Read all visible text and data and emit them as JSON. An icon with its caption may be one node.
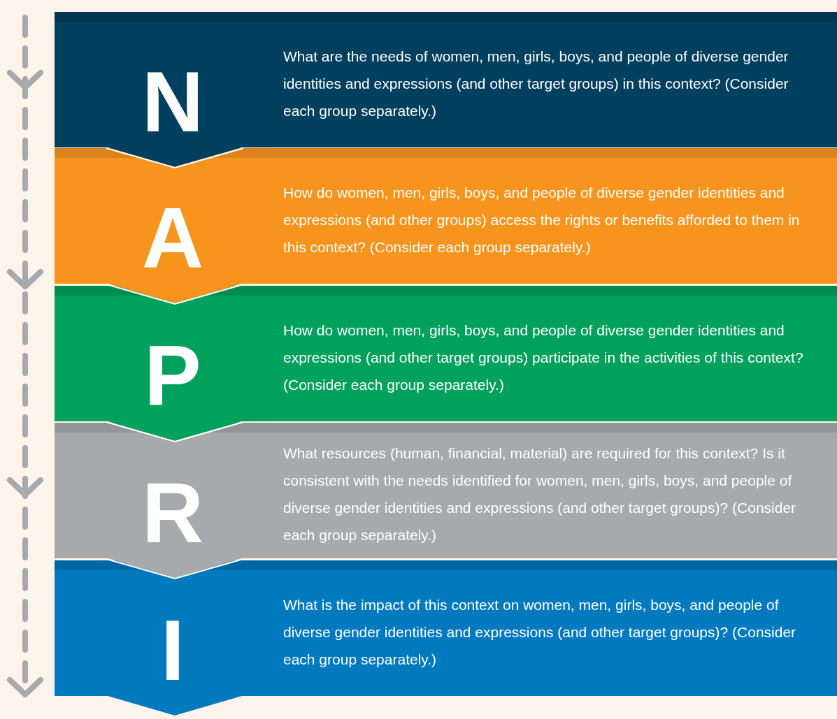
{
  "diagram": {
    "nodes": [
      {
        "text": [
          "N",
          "What are the needs of women, men, girls, boys, and people of diverse gender identities and expressions (and other target groups) in this context? (Consider each group separately.)"
        ]
      },
      {
        "text": [
          "A",
          "How do women, men, girls, boys, and people of diverse gender identities and expressions (and other groups) access the rights or benefits afforded to them in this context? (Consider each group separately.)"
        ]
      },
      {
        "text": [
          "P",
          "How do women, men, girls, boys, and people of diverse gender identities and expressions (and other target groups) participate in the activities of this context? (Consider each group separately.)"
        ]
      },
      {
        "text": [
          "R",
          "What resources (human, financial, material) are required for this context? Is it consistent with the needs identified for women, men, girls, boys, and people of diverse gender identities and expressions (and other target groups)? (Consider each group separately.)"
        ]
      },
      {
        "text": [
          "I",
          "What is the impact of this context on women, men, girls, boys, and people of diverse gender identities and expressions (and other target groups)? (Consider each group separately.)"
        ]
      }
    ]
  }
}
